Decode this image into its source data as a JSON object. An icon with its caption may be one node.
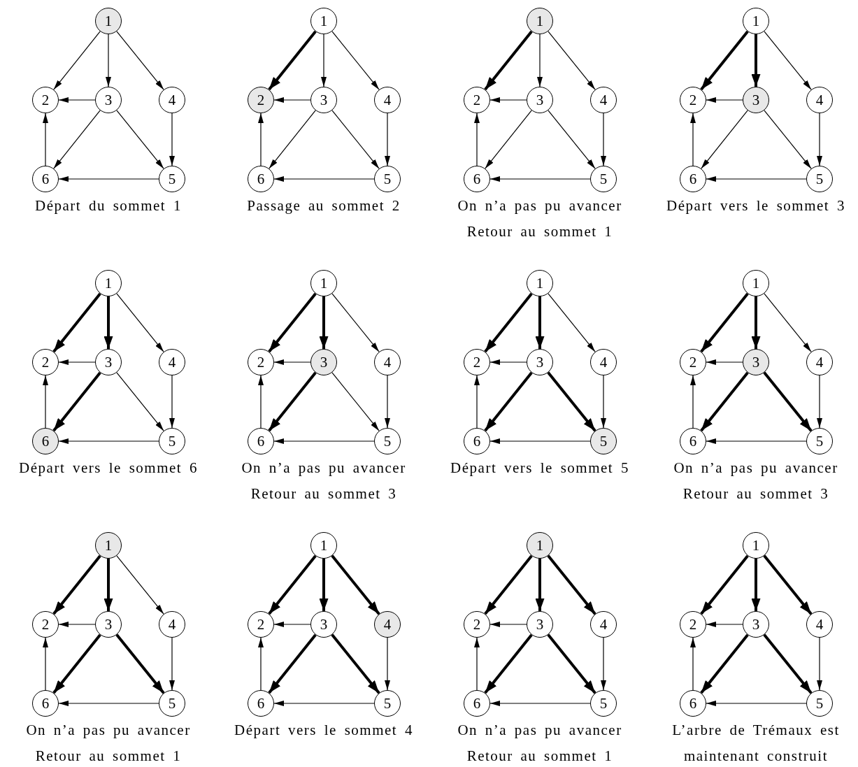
{
  "diagram": {
    "nodes": [
      {
        "text": [
          "1"
        ]
      },
      {
        "text": [
          "2"
        ]
      },
      {
        "text": [
          "3"
        ]
      },
      {
        "text": [
          "4"
        ]
      },
      {
        "text": [
          "5"
        ]
      },
      {
        "text": [
          "6"
        ]
      },
      {
        "text": [
          "1"
        ]
      },
      {
        "text": [
          "2"
        ]
      },
      {
        "text": [
          "3"
        ]
      },
      {
        "text": [
          "4"
        ]
      },
      {
        "text": [
          "5"
        ]
      },
      {
        "text": [
          "6"
        ]
      },
      {
        "text": [
          "1"
        ]
      },
      {
        "text": [
          "2"
        ]
      },
      {
        "text": [
          "3"
        ]
      },
      {
        "text": [
          "4"
        ]
      },
      {
        "text": [
          "5"
        ]
      },
      {
        "text": [
          "6"
        ]
      },
      {
        "text": [
          "1"
        ]
      },
      {
        "text": [
          "2"
        ]
      },
      {
        "text": [
          "3"
        ]
      },
      {
        "text": [
          "4"
        ]
      },
      {
        "text": [
          "5"
        ]
      },
      {
        "text": [
          "6"
        ]
      },
      {
        "text": [
          "1"
        ]
      },
      {
        "text": [
          "2"
        ]
      },
      {
        "text": [
          "3"
        ]
      },
      {
        "text": [
          "4"
        ]
      },
      {
        "text": [
          "5"
        ]
      },
      {
        "text": [
          "6"
        ]
      },
      {
        "text": [
          "1"
        ]
      },
      {
        "text": [
          "2"
        ]
      },
      {
        "text": [
          "3"
        ]
      },
      {
        "text": [
          "4"
        ]
      },
      {
        "text": [
          "5"
        ]
      },
      {
        "text": [
          "6"
        ]
      },
      {
        "text": [
          "1"
        ]
      },
      {
        "text": [
          "2"
        ]
      },
      {
        "text": [
          "3"
        ]
      },
      {
        "text": [
          "4"
        ]
      },
      {
        "text": [
          "5"
        ]
      },
      {
        "text": [
          "6"
        ]
      },
      {
        "text": [
          "1"
        ]
      },
      {
        "text": [
          "2"
        ]
      },
      {
        "text": [
          "3"
        ]
      },
      {
        "text": [
          "4"
        ]
      },
      {
        "text": [
          "5"
        ]
      },
      {
        "text": [
          "6"
        ]
      },
      {
        "text": [
          "1"
        ]
      },
      {
        "text": [
          "2"
        ]
      },
      {
        "text": [
          "3"
        ]
      },
      {
        "text": [
          "4"
        ]
      },
      {
        "text": [
          "5"
        ]
      },
      {
        "text": [
          "6"
        ]
      },
      {
        "text": [
          "1"
        ]
      },
      {
        "text": [
          "2"
        ]
      },
      {
        "text": [
          "3"
        ]
      },
      {
        "text": [
          "4"
        ]
      },
      {
        "text": [
          "5"
        ]
      },
      {
        "text": [
          "6"
        ]
      },
      {
        "text": [
          "1"
        ]
      },
      {
        "text": [
          "2"
        ]
      },
      {
        "text": [
          "3"
        ]
      },
      {
        "text": [
          "4"
        ]
      },
      {
        "text": [
          "5"
        ]
      },
      {
        "text": [
          "6"
        ]
      },
      {
        "text": [
          "1"
        ]
      },
      {
        "text": [
          "2"
        ]
      },
      {
        "text": [
          "3"
        ]
      },
      {
        "text": [
          "4"
        ]
      },
      {
        "text": [
          "5"
        ]
      },
      {
        "text": [
          "6"
        ]
      }
    ],
    "edges": [
      {
        "from": 0,
        "to": 1,
        "arrow": "to"
      },
      {
        "from": 0,
        "to": 2,
        "arrow": "to"
      },
      {
        "from": 0,
        "to": 3,
        "arrow": "to"
      },
      {
        "from": 2,
        "to": 1,
        "arrow": "to"
      },
      {
        "from": 2,
        "to": 5,
        "arrow": "to"
      },
      {
        "from": 2,
        "to": 4,
        "arrow": "to"
      },
      {
        "from": 3,
        "to": 4,
        "arrow": "to"
      },
      {
        "from": 4,
        "to": 5,
        "arrow": "to"
      },
      {
        "from": 5,
        "to": 1,
        "arrow": "to"
      },
      {
        "from": 6,
        "to": 7,
        "arrow": "to",
        "style": "thick"
      },
      {
        "from": 6,
        "to": 8,
        "arrow": "to"
      },
      {
        "from": 6,
        "to": 9,
        "arrow": "to"
      },
      {
        "from": 8,
        "to": 7,
        "arrow": "to"
      },
      {
        "from": 8,
        "to": 11,
        "arrow": "to"
      },
      {
        "from": 8,
        "to": 10,
        "arrow": "to"
      },
      {
        "from": 9,
        "to": 10,
        "arrow": "to"
      },
      {
        "from": 10,
        "to": 11,
        "arrow": "to"
      },
      {
        "from": 11,
        "to": 7,
        "arrow": "to"
      },
      {
        "from": 12,
        "to": 13,
        "arrow": "to",
        "style": "thick"
      },
      {
        "from": 12,
        "to": 14,
        "arrow": "to"
      },
      {
        "from": 12,
        "to": 15,
        "arrow": "to"
      },
      {
        "from": 14,
        "to": 13,
        "arrow": "to"
      },
      {
        "from": 14,
        "to": 17,
        "arrow": "to"
      },
      {
        "from": 14,
        "to": 16,
        "arrow": "to"
      },
      {
        "from": 15,
        "to": 16,
        "arrow": "to"
      },
      {
        "from": 16,
        "to": 17,
        "arrow": "to"
      },
      {
        "from": 17,
        "to": 13,
        "arrow": "to"
      },
      {
        "from": 18,
        "to": 19,
        "arrow": "to",
        "style": "thick"
      },
      {
        "from": 18,
        "to": 20,
        "arrow": "to",
        "style": "thick"
      },
      {
        "from": 18,
        "to": 21,
        "arrow": "to"
      },
      {
        "from": 20,
        "to": 19,
        "arrow": "to"
      },
      {
        "from": 20,
        "to": 23,
        "arrow": "to"
      },
      {
        "from": 20,
        "to": 22,
        "arrow": "to"
      },
      {
        "from": 21,
        "to": 22,
        "arrow": "to"
      },
      {
        "from": 22,
        "to": 23,
        "arrow": "to"
      },
      {
        "from": 23,
        "to": 19,
        "arrow": "to"
      },
      {
        "from": 24,
        "to": 25,
        "arrow": "to",
        "style": "thick"
      },
      {
        "from": 24,
        "to": 26,
        "arrow": "to",
        "style": "thick"
      },
      {
        "from": 24,
        "to": 27,
        "arrow": "to"
      },
      {
        "from": 26,
        "to": 25,
        "arrow": "to"
      },
      {
        "from": 26,
        "to": 29,
        "arrow": "to",
        "style": "thick"
      },
      {
        "from": 26,
        "to": 28,
        "arrow": "to"
      },
      {
        "from": 27,
        "to": 28,
        "arrow": "to"
      },
      {
        "from": 28,
        "to": 29,
        "arrow": "to"
      },
      {
        "from": 29,
        "to": 25,
        "arrow": "to"
      },
      {
        "from": 30,
        "to": 31,
        "arrow": "to",
        "style": "thick"
      },
      {
        "from": 30,
        "to": 32,
        "arrow": "to",
        "style": "thick"
      },
      {
        "from": 30,
        "to": 33,
        "arrow": "to"
      },
      {
        "from": 32,
        "to": 31,
        "arrow": "to"
      },
      {
        "from": 32,
        "to": 35,
        "arrow": "to",
        "style": "thick"
      },
      {
        "from": 32,
        "to": 34,
        "arrow": "to"
      },
      {
        "from": 33,
        "to": 34,
        "arrow": "to"
      },
      {
        "from": 34,
        "to": 35,
        "arrow": "to"
      },
      {
        "from": 35,
        "to": 31,
        "arrow": "to"
      },
      {
        "from": 36,
        "to": 37,
        "arrow": "to",
        "style": "thick"
      },
      {
        "from": 36,
        "to": 38,
        "arrow": "to",
        "style": "thick"
      },
      {
        "from": 36,
        "to": 39,
        "arrow": "to"
      },
      {
        "from": 38,
        "to": 37,
        "arrow": "to"
      },
      {
        "from": 38,
        "to": 41,
        "arrow": "to",
        "style": "thick"
      },
      {
        "from": 38,
        "to": 40,
        "arrow": "to",
        "style": "thick"
      },
      {
        "from": 39,
        "to": 40,
        "arrow": "to"
      },
      {
        "from": 40,
        "to": 41,
        "arrow": "to"
      },
      {
        "from": 41,
        "to": 37,
        "arrow": "to"
      },
      {
        "from": 42,
        "to": 43,
        "arrow": "to",
        "style": "thick"
      },
      {
        "from": 42,
        "to": 44,
        "arrow": "to",
        "style": "thick"
      },
      {
        "from": 42,
        "to": 45,
        "arrow": "to"
      },
      {
        "from": 44,
        "to": 43,
        "arrow": "to"
      },
      {
        "from": 44,
        "to": 47,
        "arrow": "to",
        "style": "thick"
      },
      {
        "from": 44,
        "to": 46,
        "arrow": "to",
        "style": "thick"
      },
      {
        "from": 45,
        "to": 46,
        "arrow": "to"
      },
      {
        "from": 46,
        "to": 47,
        "arrow": "to"
      },
      {
        "from": 47,
        "to": 43,
        "arrow": "to"
      },
      {
        "from": 48,
        "to": 49,
        "arrow": "to",
        "style": "thick"
      },
      {
        "from": 48,
        "to": 50,
        "arrow": "to",
        "style": "thick"
      },
      {
        "from": 48,
        "to": 51,
        "arrow": "to"
      },
      {
        "from": 50,
        "to": 49,
        "arrow": "to"
      },
      {
        "from": 50,
        "to": 53,
        "arrow": "to",
        "style": "thick"
      },
      {
        "from": 50,
        "to": 52,
        "arrow": "to",
        "style": "thick"
      },
      {
        "from": 51,
        "to": 52,
        "arrow": "to"
      },
      {
        "from": 52,
        "to": 53,
        "arrow": "to"
      },
      {
        "from": 53,
        "to": 49,
        "arrow": "to"
      },
      {
        "from": 54,
        "to": 55,
        "arrow": "to",
        "style": "thick"
      },
      {
        "from": 54,
        "to": 56,
        "arrow": "to",
        "style": "thick"
      },
      {
        "from": 54,
        "to": 57,
        "arrow": "to",
        "style": "thick"
      },
      {
        "from": 56,
        "to": 55,
        "arrow": "to"
      },
      {
        "from": 56,
        "to": 59,
        "arrow": "to",
        "style": "thick"
      },
      {
        "from": 56,
        "to": 58,
        "arrow": "to",
        "style": "thick"
      },
      {
        "from": 57,
        "to": 58,
        "arrow": "to"
      },
      {
        "from": 58,
        "to": 59,
        "arrow": "to"
      },
      {
        "from": 59,
        "to": 55,
        "arrow": "to"
      },
      {
        "from": 60,
        "to": 61,
        "arrow": "to",
        "style": "thick"
      },
      {
        "from": 60,
        "to": 62,
        "arrow": "to",
        "style": "thick"
      },
      {
        "from": 60,
        "to": 63,
        "arrow": "to",
        "style": "thick"
      },
      {
        "from": 62,
        "to": 61,
        "arrow": "to"
      },
      {
        "from": 62,
        "to": 65,
        "arrow": "to",
        "style": "thick"
      },
      {
        "from": 62,
        "to": 64,
        "arrow": "to",
        "style": "thick"
      },
      {
        "from": 63,
        "to": 64,
        "arrow": "to"
      },
      {
        "from": 64,
        "to": 65,
        "arrow": "to"
      },
      {
        "from": 65,
        "to": 61,
        "arrow": "to"
      },
      {
        "from": 66,
        "to": 67,
        "arrow": "to",
        "style": "thick"
      },
      {
        "from": 66,
        "to": 68,
        "arrow": "to",
        "style": "thick"
      },
      {
        "from": 66,
        "to": 69,
        "arrow": "to",
        "style": "thick"
      },
      {
        "from": 68,
        "to": 67,
        "arrow": "to"
      },
      {
        "from": 68,
        "to": 71,
        "arrow": "to",
        "style": "thick"
      },
      {
        "from": 68,
        "to": 70,
        "arrow": "to",
        "style": "thick"
      },
      {
        "from": 69,
        "to": 70,
        "arrow": "to"
      },
      {
        "from": 70,
        "to": 71,
        "arrow": "to"
      },
      {
        "from": 71,
        "to": 67,
        "arrow": "to"
      }
    ],
    "labels": [
      "Départ du sommet 1",
      "Passage au sommet 2",
      "On n’a pas pu avancer Retour au sommet 1",
      "Départ vers le sommet 3",
      "Départ vers le sommet 6",
      "On n’a pas pu avancer Retour au sommet 3",
      "Départ vers le sommet 5",
      "On n’a pas pu avancer Retour au sommet 3",
      "On n’a pas pu avancer Retour au sommet 1",
      "Départ vers le sommet 4",
      "On n’a pas pu avancer Retour au sommet 1",
      "L’arbre de Trémaux est maintenant construit"
    ]
  }
}
